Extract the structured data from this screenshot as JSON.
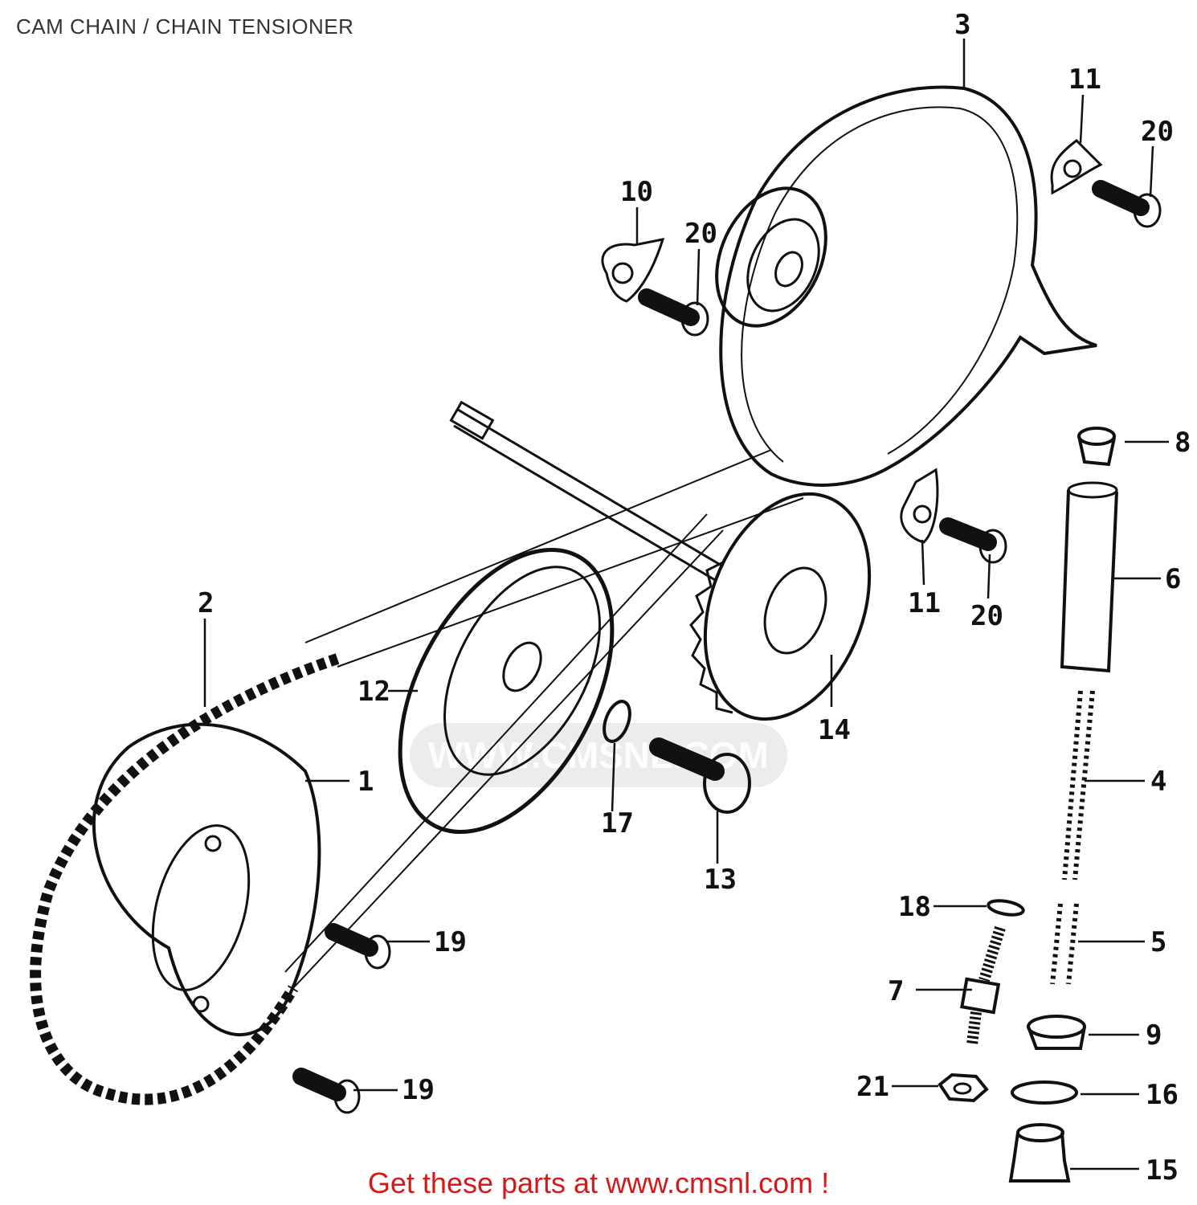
{
  "page": {
    "title": "CAM CHAIN / CHAIN TENSIONER"
  },
  "watermark": {
    "text": "WWW.CMSNL.COM"
  },
  "promo": {
    "text": "Get these parts at www.cmsnl.com !"
  },
  "callouts": {
    "c1": "1",
    "c2": "2",
    "c3": "3",
    "c4": "4",
    "c5": "5",
    "c6": "6",
    "c7": "7",
    "c8": "8",
    "c9": "9",
    "c10": "10",
    "c11a": "11",
    "c11b": "11",
    "c12": "12",
    "c13": "13",
    "c14": "14",
    "c15": "15",
    "c16": "16",
    "c17": "17",
    "c18": "18",
    "c19a": "19",
    "c19b": "19",
    "c20a": "20",
    "c20b": "20",
    "c20c": "20",
    "c21": "21"
  },
  "colors": {
    "promo": "#d31a1a",
    "line": "#111111",
    "title": "#333333"
  }
}
